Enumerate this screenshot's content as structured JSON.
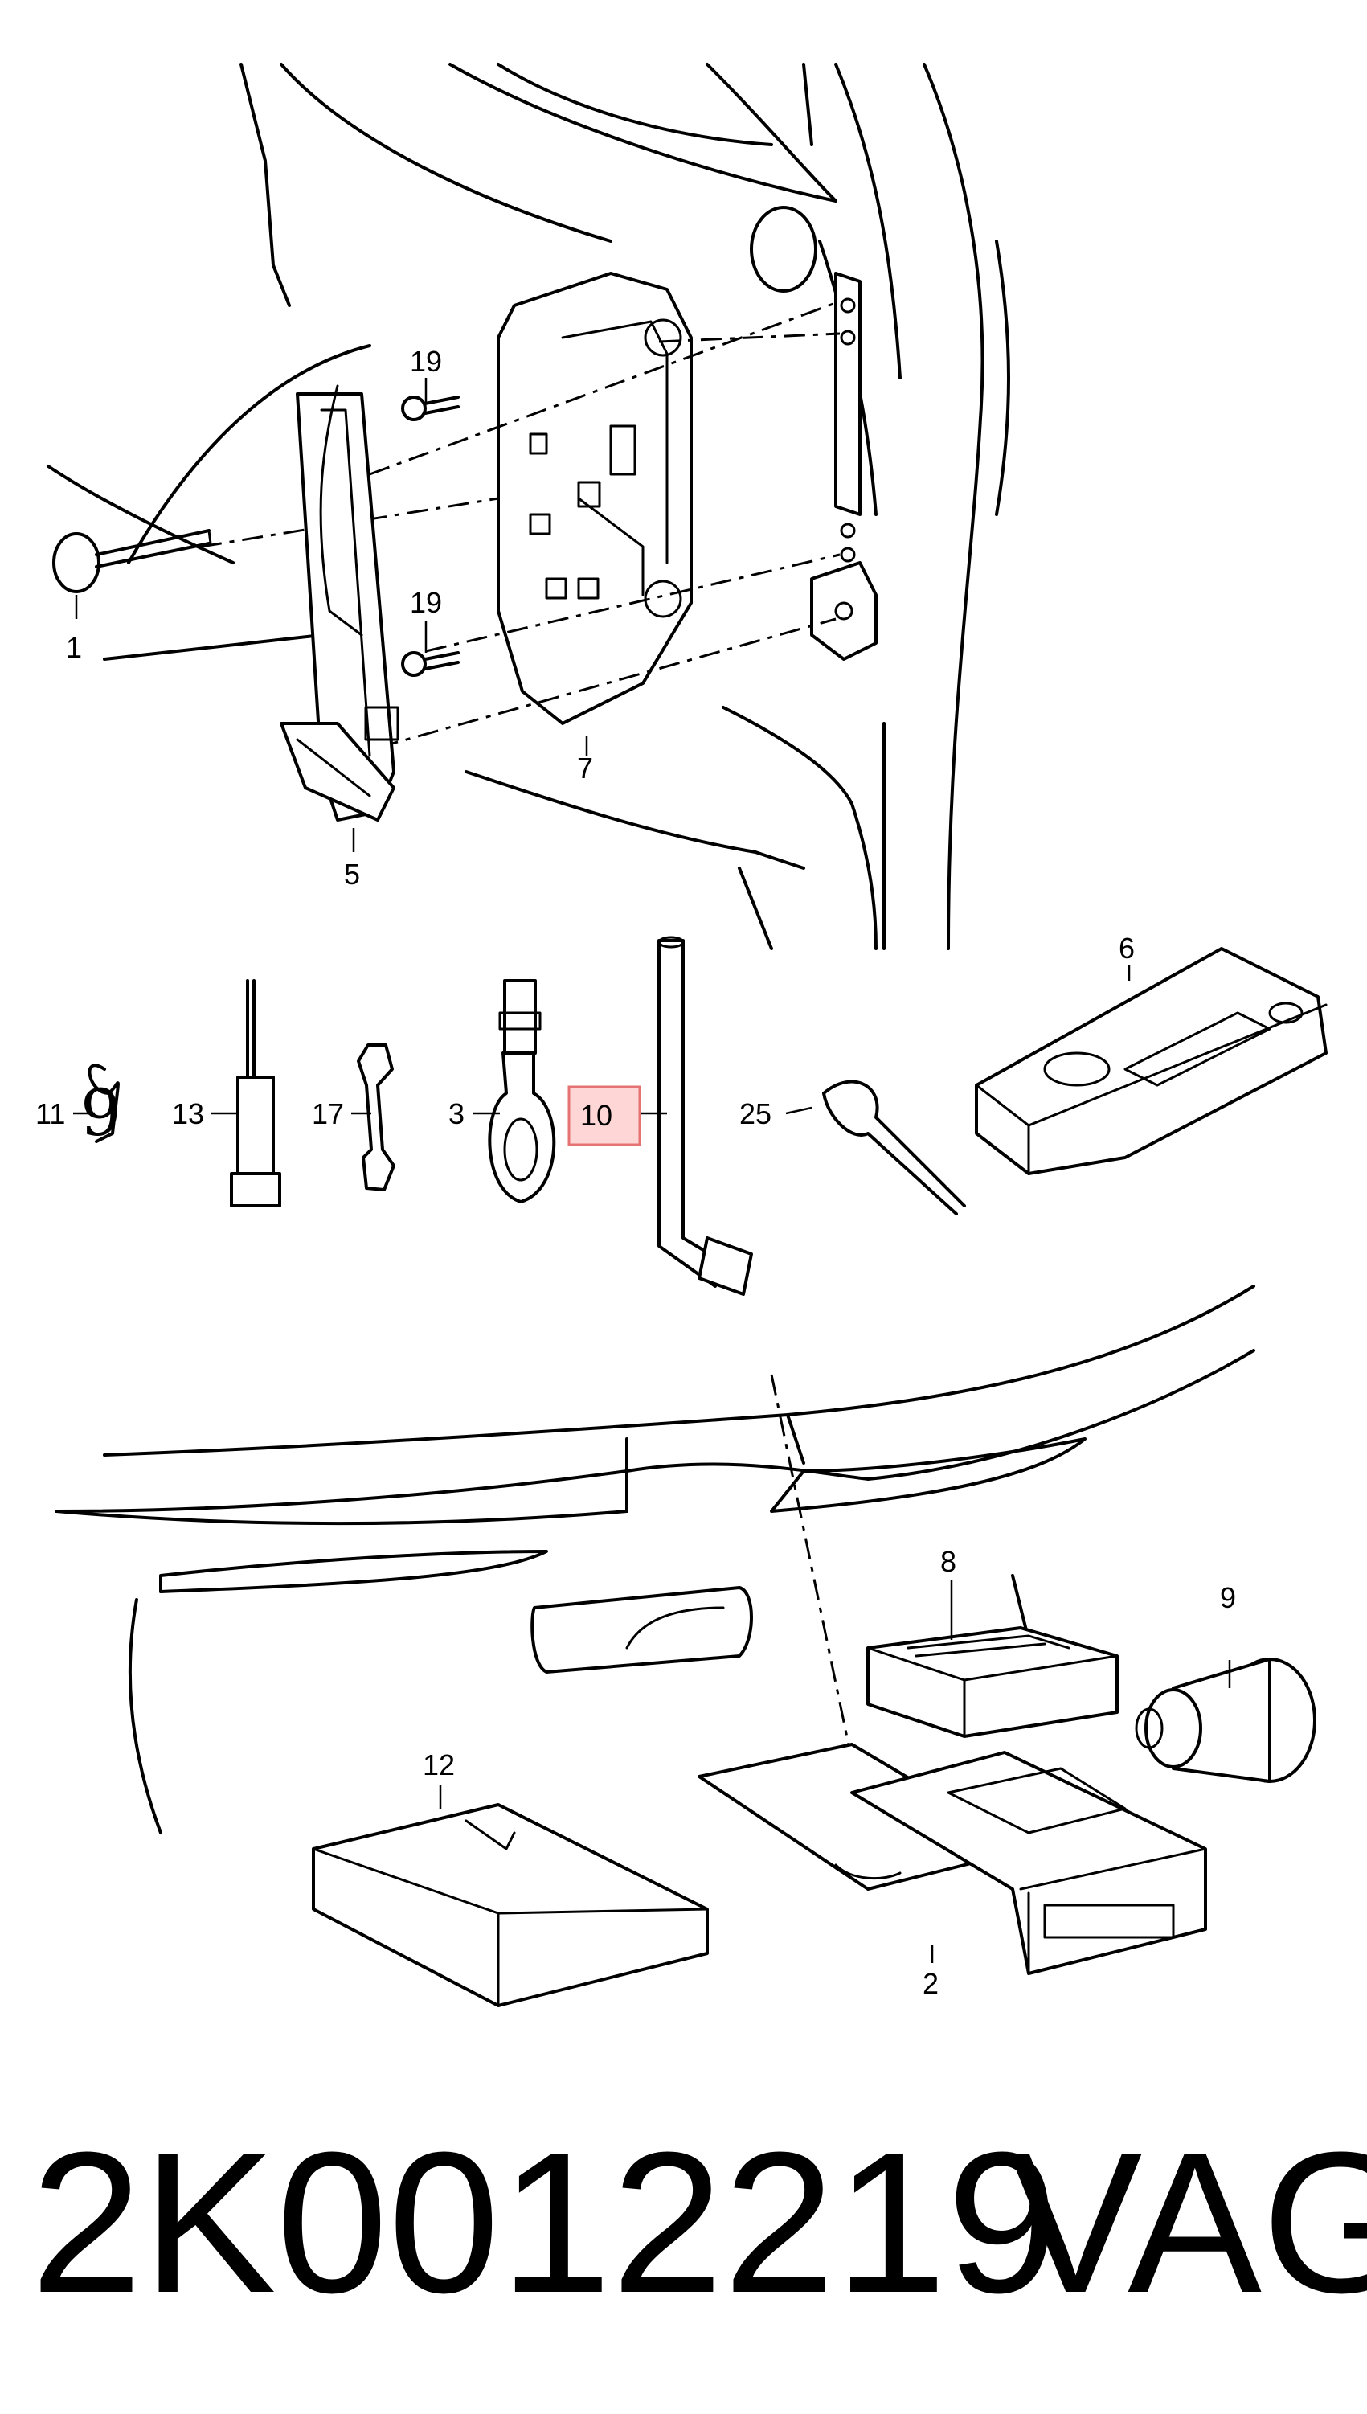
{
  "diagram": {
    "callouts": [
      {
        "id": "c1",
        "label": "1"
      },
      {
        "id": "c2",
        "label": "2"
      },
      {
        "id": "c3",
        "label": "3"
      },
      {
        "id": "c5",
        "label": "5"
      },
      {
        "id": "c6",
        "label": "6"
      },
      {
        "id": "c7",
        "label": "7"
      },
      {
        "id": "c8",
        "label": "8"
      },
      {
        "id": "c9",
        "label": "9"
      },
      {
        "id": "c10",
        "label": "10"
      },
      {
        "id": "c11",
        "label": "11"
      },
      {
        "id": "c11b",
        "label": "9"
      },
      {
        "id": "c12",
        "label": "12"
      },
      {
        "id": "c13",
        "label": "13"
      },
      {
        "id": "c17",
        "label": "17"
      },
      {
        "id": "c19a",
        "label": "19"
      },
      {
        "id": "c19b",
        "label": "19"
      },
      {
        "id": "c25",
        "label": "25"
      }
    ],
    "highlight_color": "#e57373"
  },
  "footer": {
    "part_number": "2K0012219",
    "brand": "VAG"
  }
}
